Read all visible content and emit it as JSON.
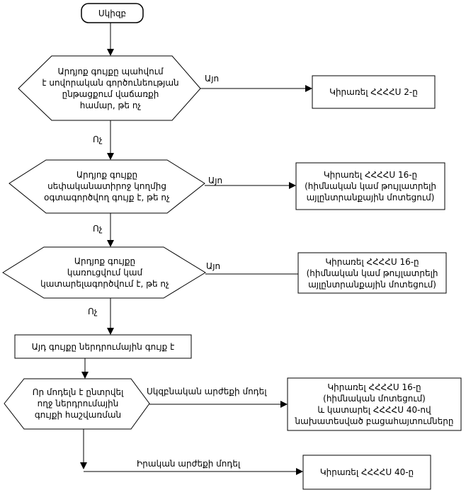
{
  "start": {
    "label": "Սկիզբ"
  },
  "decisions": [
    {
      "lines": [
        "Արդյոք գույքը պահվում",
        "է սովորական գործունեության",
        "ընթացքում վաճառքի",
        "համար, թե ոչ"
      ]
    },
    {
      "lines": [
        "Արդյոք գույքը",
        "սեփականատիրոջ կողմից",
        "օգտագործվող գույք է, թե ոչ"
      ]
    },
    {
      "lines": [
        "Արդյոք գույքը",
        "կառուցվում կամ",
        "կատարելագործվում է, թե ոչ"
      ]
    },
    {
      "lines": [
        "Որ մոդելն է ընտրվել",
        "ողջ ներդրումային",
        "գույքի հաշվառման"
      ]
    }
  ],
  "outcomes": [
    {
      "lines": [
        "Կիրառել ՀՀՀՀՍ 2-ը"
      ]
    },
    {
      "lines": [
        "Կիրառել ՀՀՀՀՍ 16-ը",
        "(հիմնական կամ թույլատրելի",
        "այլընտրանքային մոտեցում)"
      ]
    },
    {
      "lines": [
        "Կիրառել ՀՀՀՀՍ 16-ը",
        "(հիմնական կամ թույլատրելի",
        "այլընտրանքային մոտեցում)"
      ]
    },
    {
      "lines": [
        "Կիրառել ՀՀՀՀՍ 16-ը",
        "(հիմնական մոտեցում)",
        "և կատարել ՀՀՀՀՍ 40-ով",
        "նախատեսված բացահայտումները"
      ]
    },
    {
      "lines": [
        "Կիրառել ՀՀՀՀՍ 40-ը"
      ]
    }
  ],
  "process": {
    "label": "Այդ գույքը ներդրումային գույք է"
  },
  "edge_labels": {
    "yes_1": "Այո",
    "no_1": "Ոչ",
    "yes_2": "Այո",
    "no_2": "Ոչ",
    "yes_3": "Այո",
    "no_3": "Ոչ",
    "cost_model": "Սկզբնական արժեքի մոդել",
    "fair_value_model": "Իրական արժեքի մոդել"
  }
}
